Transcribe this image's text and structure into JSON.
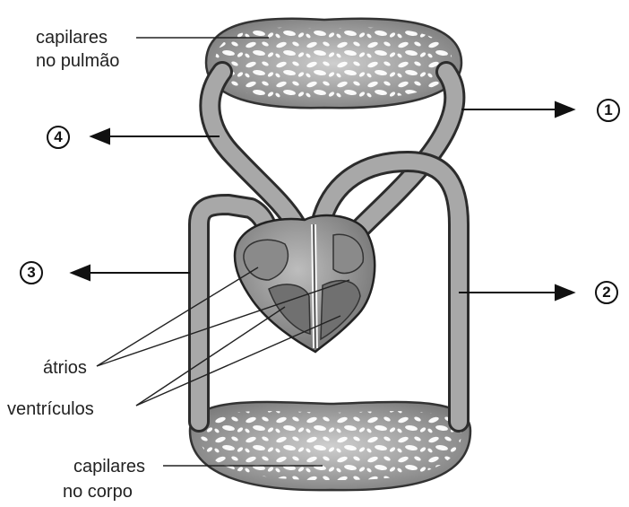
{
  "labels": {
    "lung_capillaries_line1": "capilares",
    "lung_capillaries_line2": "no pulmão",
    "body_capillaries_line1": "capilares",
    "body_capillaries_line2": "no corpo",
    "atria": "átrios",
    "ventricles": "ventrículos"
  },
  "markers": {
    "m1": "1",
    "m2": "2",
    "m3": "3",
    "m4": "4"
  }
}
